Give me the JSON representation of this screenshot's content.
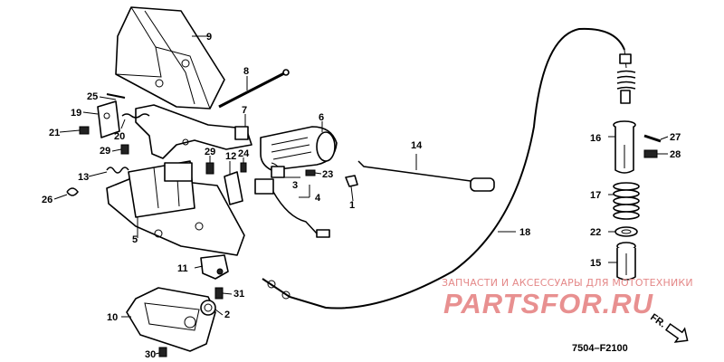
{
  "callouts": {
    "c1": "1",
    "c2": "2",
    "c3": "3",
    "c4": "4",
    "c5": "5",
    "c6": "6",
    "c7": "7",
    "c8": "8",
    "c9": "9",
    "c10": "10",
    "c11": "11",
    "c12": "12",
    "c13": "13",
    "c14": "14",
    "c15": "15",
    "c16": "16",
    "c17": "17",
    "c18": "18",
    "c19": "19",
    "c20": "20",
    "c21": "21",
    "c22": "22",
    "c23": "23",
    "c24": "24",
    "c25": "25",
    "c26": "26",
    "c27": "27",
    "c28": "28",
    "c29a": "29",
    "c29b": "29",
    "c30": "30",
    "c31": "31"
  },
  "watermark": {
    "line1": "ЗАПЧАСТИ И АКСЕССУАРЫ ДЛЯ МОТОТЕХНИКИ",
    "line2": "PARTSFOR.RU",
    "line2_color": "#e89090"
  },
  "direction_label": "FR.",
  "diagram_code": "7504–F2100"
}
